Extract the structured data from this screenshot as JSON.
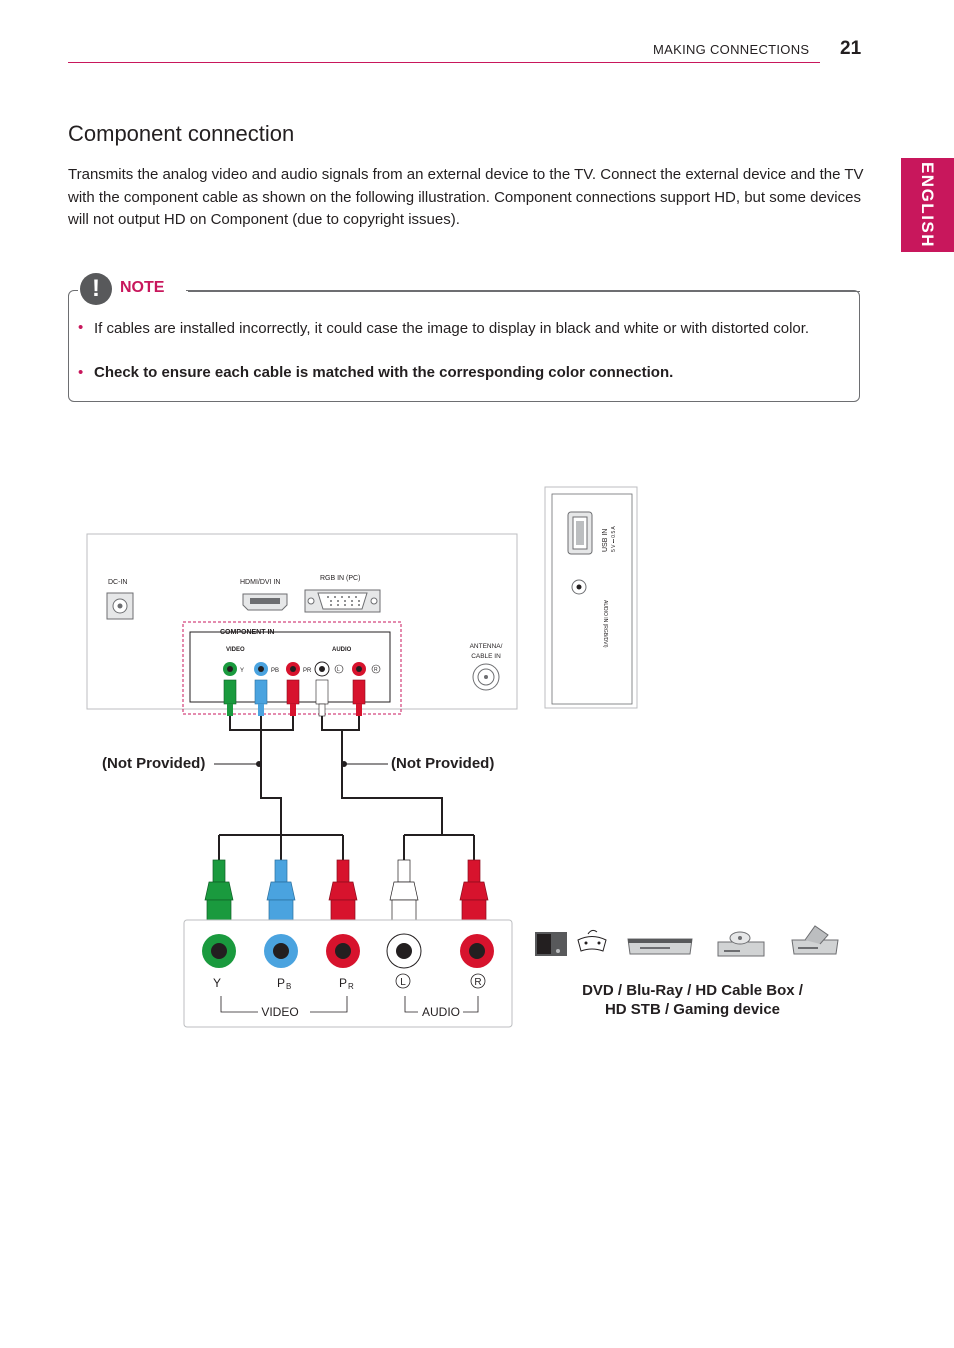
{
  "header": {
    "section": "MAKING CONNECTIONS",
    "page": "21"
  },
  "language_tab": "ENGLISH",
  "title": "Component connection",
  "intro": "Transmits the analog video and audio signals from an external device to the TV. Connect the external device and the TV with the component cable as shown on the following illustration. Component connections support HD, but some devices will not output HD on Component (due to copyright issues).",
  "note": {
    "icon": "exclamation-icon",
    "label": "NOTE",
    "bullet": "•",
    "items": [
      "If cables are installed incorrectly, it could case the image to display in black and white or with distorted color.",
      "Check to ensure each cable is matched with the corresponding color connection."
    ]
  },
  "diagram": {
    "tv_panel": {
      "dc_in": "DC-IN",
      "hdmi": "HDMI/DVI IN",
      "rgb": "RGB IN (PC)",
      "component_in": "COMPONENT IN",
      "video": "VIDEO",
      "audio": "AUDIO",
      "y": "Y",
      "pb": "PB",
      "pr": "PR",
      "l": "L",
      "r": "R",
      "antenna": "ANTENNA/",
      "cable_in": "CABLE IN"
    },
    "side_panel": {
      "usb": "USB IN",
      "usb_rating": "5 V ⎓ 0.5 A",
      "audio_in": "AUDIO IN (RGB/DVI)"
    },
    "cable_labels": [
      "(Not Provided)",
      "(Not Provided)"
    ],
    "device_ports": {
      "y": "Y",
      "pb": "P",
      "pb_sub": "B",
      "pr": "P",
      "pr_sub": "R",
      "l": "L",
      "r": "R",
      "video": "VIDEO",
      "audio": "AUDIO"
    },
    "devices_label_line1": "DVD / Blu-Ray / HD Cable Box /",
    "devices_label_line2": "HD STB / Gaming device",
    "colors": {
      "green": "#1a9a3e",
      "blue": "#4aa3df",
      "red": "#d7132d",
      "white": "#ffffff",
      "accent": "#c8175c"
    }
  }
}
